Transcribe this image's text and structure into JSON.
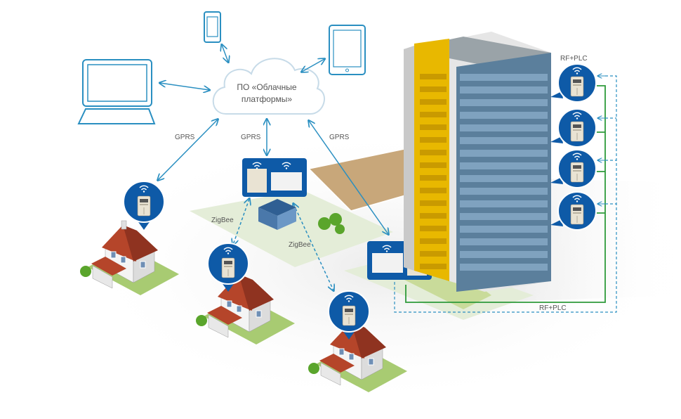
{
  "cloud": {
    "line1": "ПО «Облачные",
    "line2": "платформы»"
  },
  "links": {
    "gprs_left": "GPRS",
    "gprs_center": "GPRS",
    "gprs_right": "GPRS",
    "zigbee_left": "ZigBee",
    "zigbee_center": "ZigBee",
    "rfplc_top": "RF+PLC",
    "rfplc_bottom": "RF+PLC"
  },
  "devices": [
    "laptop-icon",
    "smartphone-icon",
    "tablet-icon"
  ],
  "colors": {
    "accent_blue": "#2a8fc1",
    "bubble_blue": "#0e5aa7",
    "plc_green": "#2e9a3a",
    "roof": "#b5452a",
    "building_yellow": "#e8b800"
  }
}
